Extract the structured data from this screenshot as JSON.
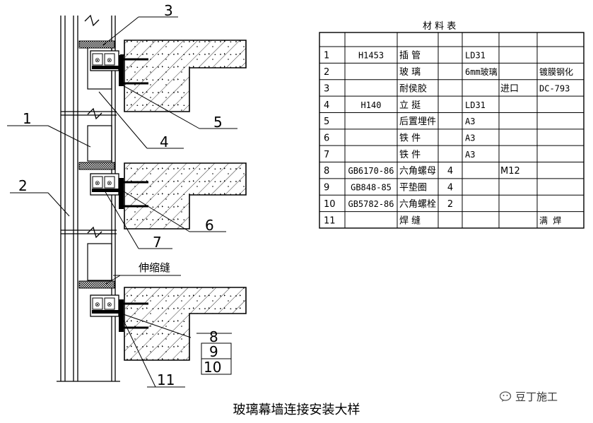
{
  "table": {
    "title": "材 料 表",
    "rows": [
      {
        "no": "1",
        "spec": "H1453",
        "name": "插    管",
        "qty": "",
        "mat": "LD31",
        "mark": "",
        "note": ""
      },
      {
        "no": "2",
        "spec": "",
        "name": "玻    璃",
        "qty": "",
        "mat": "6mm玻璃",
        "mark": "",
        "note": "镀膜钢化"
      },
      {
        "no": "3",
        "spec": "",
        "name": "耐侯胶",
        "qty": "",
        "mat": "",
        "mark": "进口",
        "note": "DC-793"
      },
      {
        "no": "4",
        "spec": "H140",
        "name": "立    挺",
        "qty": "",
        "mat": "LD31",
        "mark": "",
        "note": ""
      },
      {
        "no": "5",
        "spec": "",
        "name": "后置埋件",
        "qty": "",
        "mat": "A3",
        "mark": "",
        "note": ""
      },
      {
        "no": "6",
        "spec": "",
        "name": "铁    件",
        "qty": "",
        "mat": "A3",
        "mark": "",
        "note": ""
      },
      {
        "no": "7",
        "spec": "",
        "name": "铁    件",
        "qty": "",
        "mat": "A3",
        "mark": "",
        "note": ""
      },
      {
        "no": "8",
        "spec": "GB6170-86",
        "name": "六角螺母",
        "qty": "4",
        "mat": "",
        "mark": "M12",
        "note": ""
      },
      {
        "no": "9",
        "spec": "GB848-85",
        "name": "平垫圈",
        "qty": "4",
        "mat": "",
        "mark": "",
        "note": ""
      },
      {
        "no": "10",
        "spec": "GB5782-86",
        "name": "六角螺栓",
        "qty": "2",
        "mat": "",
        "mark": "",
        "note": ""
      },
      {
        "no": "11",
        "spec": "",
        "name": "焊    缝",
        "qty": "",
        "mat": "",
        "mark": "",
        "note": "满    焊"
      }
    ]
  },
  "callouts": {
    "c1": "1",
    "c2": "2",
    "c3": "3",
    "c4": "4",
    "c5": "5",
    "c6": "6",
    "c7": "7",
    "c8": "8",
    "c9": "9",
    "c10": "10",
    "c11": "11",
    "expansion_joint": "伸缩缝"
  },
  "caption": "玻璃幕墙连接安装大样",
  "watermark": "豆丁施工",
  "colors": {
    "line": "#000000",
    "background": "#ffffff",
    "hatch": "#000000"
  }
}
